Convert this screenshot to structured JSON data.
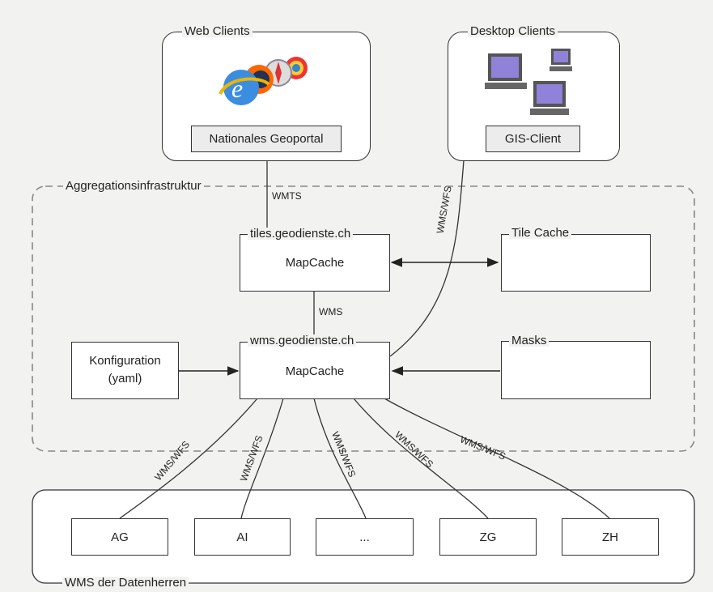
{
  "web_clients": {
    "title": "Web Clients",
    "portal": "Nationales Geoportal",
    "icon": "browser-logos-icon"
  },
  "desktop_clients": {
    "title": "Desktop Clients",
    "client": "GIS-Client",
    "icon": "desktop-computers-icon"
  },
  "aggregation": {
    "title": "Aggregationsinfrastruktur",
    "tiles": {
      "host": "tiles.geodienste.ch",
      "label": "MapCache"
    },
    "wms": {
      "host": "wms.geodienste.ch",
      "label": "MapCache"
    },
    "config": {
      "line1": "Konfiguration",
      "line2": "(yaml)"
    },
    "tile_cache": {
      "title": "Tile Cache",
      "icon": "database-icon"
    },
    "masks": {
      "title": "Masks",
      "icon": "database-icon"
    }
  },
  "edges": {
    "wmts": "WMTS",
    "wms": "WMS",
    "wms_wfs": "WMS/WFS"
  },
  "data_owners": {
    "title": "WMS der Datenherren",
    "cantons": [
      "AG",
      "AI",
      "...",
      "ZG",
      "ZH"
    ]
  },
  "colors": {
    "background": "#f2f2f0",
    "box": "#ffffff",
    "label_box": "#ececec",
    "line": "#333333",
    "dashed": "#888888"
  }
}
